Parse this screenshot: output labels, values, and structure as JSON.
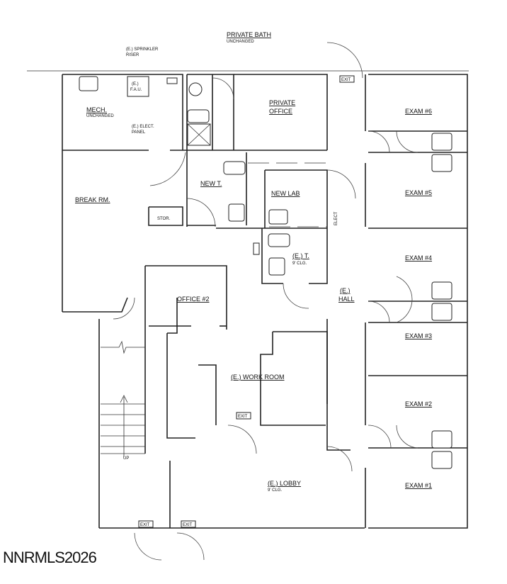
{
  "rooms": {
    "private_bath": "PRIVATE BATH",
    "private_bath_note": "UNCHANGED",
    "sprinkler": "(E.) SPRINKLER",
    "sprinkler2": "RISER",
    "fau1": "(E.)",
    "fau2": "F.A.U.",
    "mech": "MECH.",
    "mech_note": "UNCHANGED",
    "elect1": "(E.) ELECT.",
    "elect2": "PANEL",
    "private_office1": "PRIVATE",
    "private_office2": "OFFICE",
    "exam6": "EXAM #6",
    "exam5": "EXAM #5",
    "exam4": "EXAM #4",
    "exam3": "EXAM #3",
    "exam2": "EXAM #2",
    "exam1": "EXAM #1",
    "new_t": "NEW T.",
    "new_lab": "NEW LAB",
    "break_rm": "BREAK RM.",
    "stor": "STOR.",
    "elect_v": "ELECT",
    "e_t": "(E.) T.",
    "e_t_note": "9' CLG.",
    "e_hall1": "(E.)",
    "e_hall2": "HALL",
    "office2": "OFFICE #2",
    "work_room": "(E.) WORK ROOM",
    "lobby": "(E.) LOBBY",
    "lobby_note": "9' CLG.",
    "up": "UP"
  },
  "exits": [
    "EXIT",
    "EXIT",
    "EXIT",
    "EXIT"
  ],
  "watermark": "NNRMLS2026",
  "colors": {
    "line": "#222222",
    "background": "#ffffff"
  }
}
